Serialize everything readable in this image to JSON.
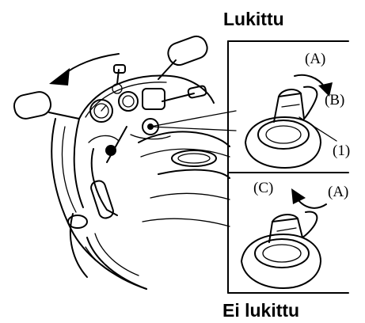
{
  "labels": {
    "top_heading": "Lukittu",
    "bottom_heading": "Ei lukittu",
    "callout_a_upper": "(A)",
    "callout_b": "(B)",
    "callout_1": "(1)",
    "callout_c": "(C)",
    "callout_a_lower": "(A)"
  },
  "colors": {
    "ink": "#000000",
    "background": "#ffffff"
  },
  "icons": {
    "left_arrow": "curved-arrow-counterclockwise-icon",
    "upper_arrow": "curved-arrow-clockwise-icon",
    "lower_arrow": "curved-arrow-counterclockwise-icon"
  }
}
